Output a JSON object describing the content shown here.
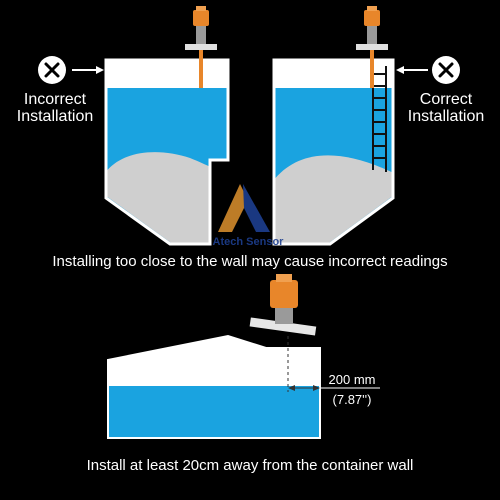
{
  "top_left": {
    "label_line1": "Incorrect",
    "label_line2": "Installation",
    "icon": "x-circle-icon"
  },
  "top_right": {
    "label_line1": "Correct",
    "label_line2": "Installation",
    "icon": "x-circle-icon"
  },
  "watermark": "Atech Sensor",
  "caption_top": "Installing too close to the wall may cause incorrect readings",
  "dimension": {
    "value": "200 mm",
    "imperial": "(7.87'')"
  },
  "caption_bottom": "Install at least 20cm away from the container wall",
  "colors": {
    "background": "#000000",
    "liquid": "#1aa3e0",
    "material": "#cfcfcf",
    "tank": "#ffffff",
    "sensor": "#e8862a",
    "logo_gold": "#d28a2c",
    "logo_blue": "#1d3f8f"
  }
}
